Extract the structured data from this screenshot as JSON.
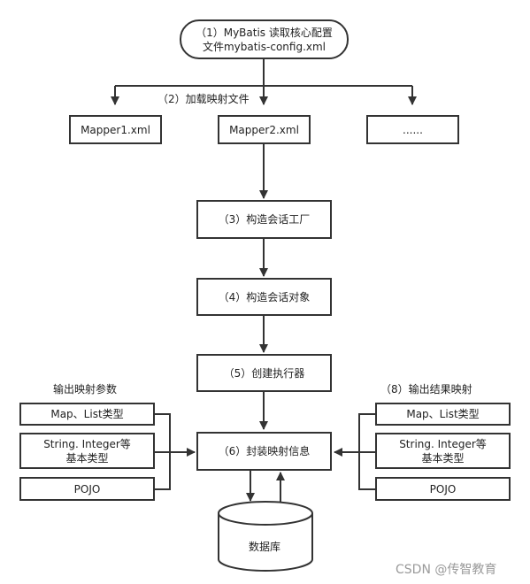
{
  "start": {
    "line1": "（1）MyBatis 读取核心配置",
    "line2": "文件mybatis-config.xml"
  },
  "step2_label": "（2）加载映射文件",
  "mappers": [
    "Mapper1.xml",
    "Mapper2.xml",
    "......"
  ],
  "steps": {
    "s3": "（3）构造会话工厂",
    "s4": "（4）构造会话对象",
    "s5": "（5）创建执行器",
    "s6": "（6）封装映射信息"
  },
  "input": {
    "title": "输出映射参数",
    "items": [
      "Map、List类型",
      "String. Integer等\n基本类型",
      "POJO"
    ]
  },
  "output": {
    "title": "（8）输出结果映射",
    "items": [
      "Map、List类型",
      "String. Integer等\n基本类型",
      "POJO"
    ]
  },
  "database": "数据库",
  "watermark": "CSDN @传智教育"
}
